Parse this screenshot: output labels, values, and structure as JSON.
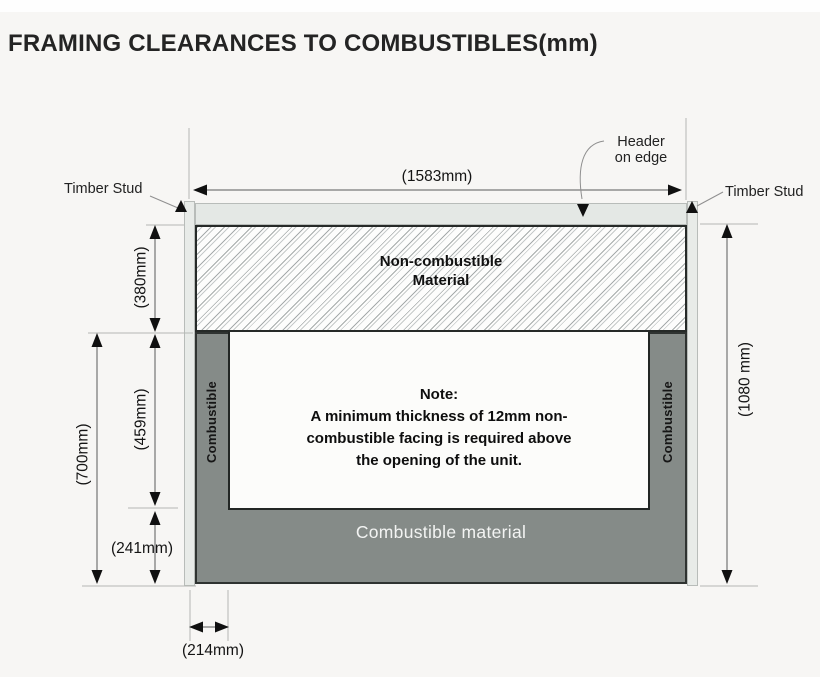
{
  "title": "FRAMING CLEARANCES TO COMBUSTIBLES(mm)",
  "labels": {
    "timber_stud_left": "Timber Stud",
    "timber_stud_right": "Timber Stud",
    "header_callout": {
      "line1": "Header",
      "line2": "on edge"
    },
    "non_combustible": {
      "line1": "Non-combustible",
      "line2": "Material"
    },
    "combustible_left": "Combustible",
    "combustible_right": "Combustible",
    "combustible_material": "Combustible material"
  },
  "note": {
    "title": "Note:",
    "lines": [
      "A minimum thickness of 12mm non-",
      "combustible facing is required above",
      "the opening of the unit."
    ]
  },
  "dimensions": {
    "top_width": "(1583mm)",
    "facing_height": "(380mm)",
    "opening_height": "(459mm)",
    "hearth_height": "(241mm)",
    "left_total_height": "(700mm)",
    "right_total_height": "(1080 mm)",
    "stud_width": "(214mm)"
  },
  "colors": {
    "page_bg": "#f7f6f4",
    "combustible_fill": "#858b88",
    "timber_fill": "#e8ebe8",
    "hatch_line": "#a6abab"
  }
}
